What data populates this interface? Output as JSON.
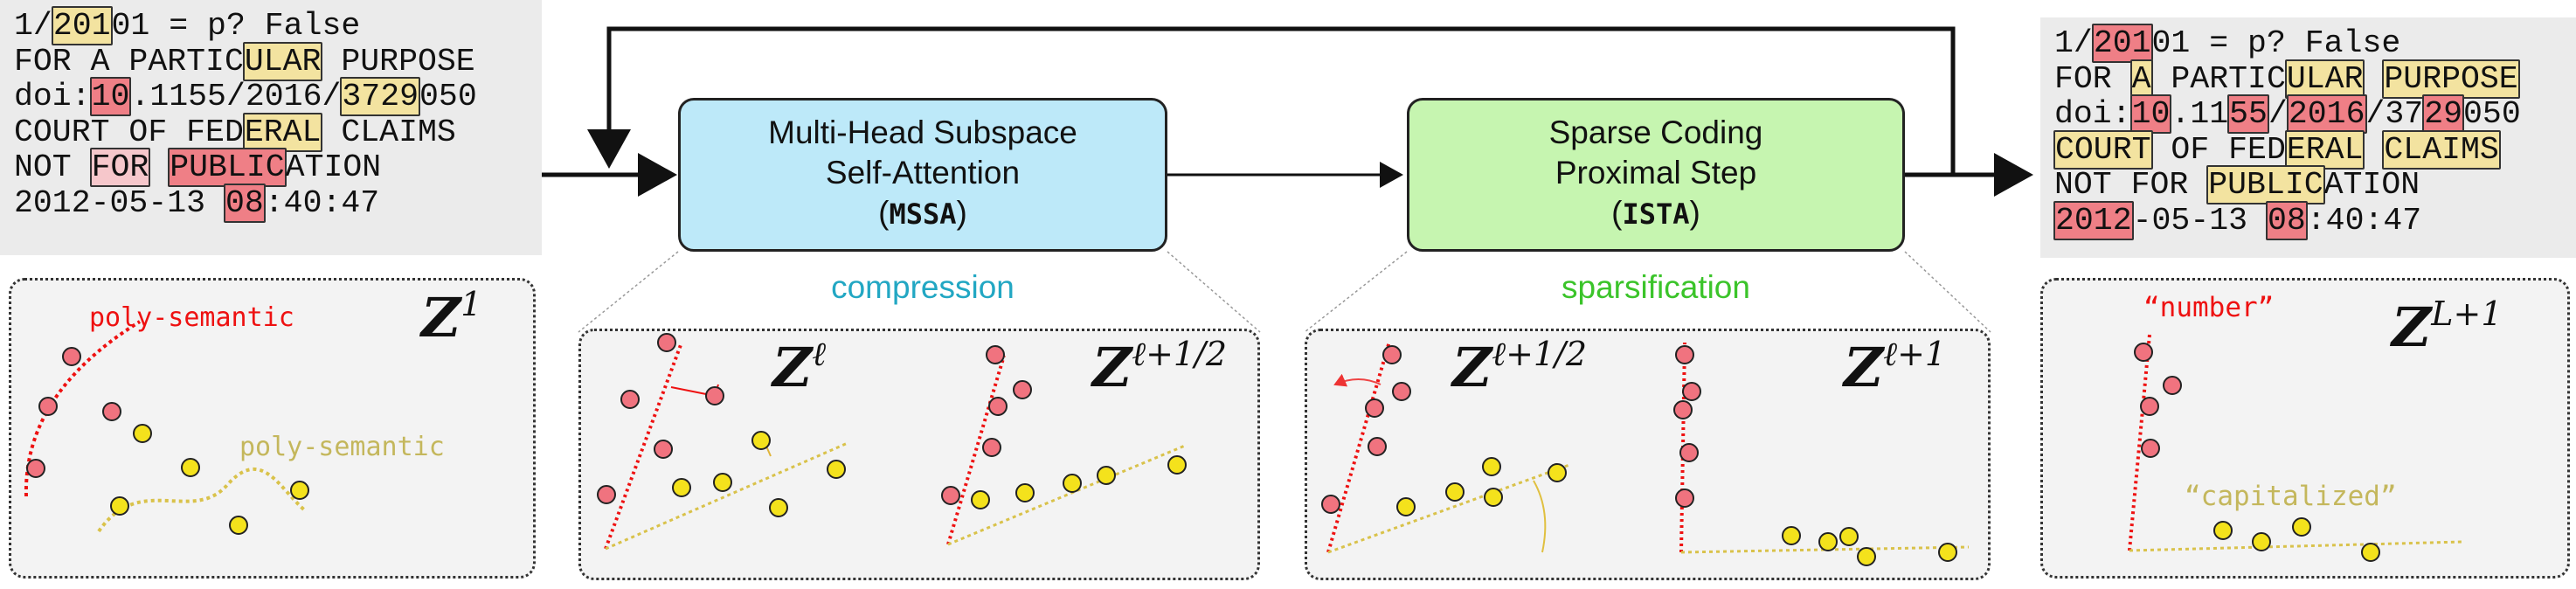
{
  "input_text": {
    "lines": [
      [
        {
          "t": "1/"
        },
        {
          "t": "201",
          "hl": "y"
        },
        {
          "t": "01 = p? False"
        }
      ],
      [
        {
          "t": "FOR A PARTIC"
        },
        {
          "t": "ULAR",
          "hl": "y"
        },
        {
          "t": " PURPOSE"
        }
      ],
      [
        {
          "t": "doi:"
        },
        {
          "t": "10",
          "hl": "r"
        },
        {
          "t": ".1155/2016/"
        },
        {
          "t": "3729",
          "hl": "y"
        },
        {
          "t": "050"
        }
      ],
      [
        {
          "t": "COURT OF FED"
        },
        {
          "t": "ERAL",
          "hl": "y"
        },
        {
          "t": " CLAIMS"
        }
      ],
      [
        {
          "t": "NOT "
        },
        {
          "t": "FOR",
          "hl": "p"
        },
        {
          "t": " "
        },
        {
          "t": "PUBLIC",
          "hl": "r"
        },
        {
          "t": "ATION"
        }
      ],
      [
        {
          "t": "2012-05-13 "
        },
        {
          "t": "08",
          "hl": "r"
        },
        {
          "t": ":40:47"
        }
      ]
    ]
  },
  "output_text": {
    "lines": [
      [
        {
          "t": "1/"
        },
        {
          "t": "201",
          "hl": "r"
        },
        {
          "t": "01 = p? False"
        }
      ],
      [
        {
          "t": "FOR "
        },
        {
          "t": "A",
          "hl": "y"
        },
        {
          "t": " PARTIC"
        },
        {
          "t": "ULAR",
          "hl": "y"
        },
        {
          "t": " "
        },
        {
          "t": "PURPOSE",
          "hl": "y"
        }
      ],
      [
        {
          "t": "doi:"
        },
        {
          "t": "10",
          "hl": "r"
        },
        {
          "t": ".11"
        },
        {
          "t": "55",
          "hl": "r"
        },
        {
          "t": "/"
        },
        {
          "t": "2016",
          "hl": "r"
        },
        {
          "t": "/37"
        },
        {
          "t": "29",
          "hl": "r"
        },
        {
          "t": "050"
        }
      ],
      [
        {
          "t": "COURT",
          "hl": "y"
        },
        {
          "t": " OF FED"
        },
        {
          "t": "ERAL",
          "hl": "y"
        },
        {
          "t": " "
        },
        {
          "t": "CLAIMS",
          "hl": "y"
        }
      ],
      [
        {
          "t": "NOT FOR "
        },
        {
          "t": "PUBLIC",
          "hl": "y"
        },
        {
          "t": "ATION"
        }
      ],
      [
        {
          "t": "2012",
          "hl": "r"
        },
        {
          "t": "-05-13 "
        },
        {
          "t": "08",
          "hl": "r"
        },
        {
          "t": ":40:47"
        }
      ]
    ]
  },
  "mssa_box": {
    "line1": "Multi-Head Subspace",
    "line2": "Self-Attention",
    "abbr": "MSSA"
  },
  "ista_box": {
    "line1": "Sparse Coding",
    "line2": "Proximal Step",
    "abbr": "ISTA"
  },
  "captions": {
    "compression": "compression",
    "sparsification": "sparsification"
  },
  "panels": {
    "z1": {
      "label_base": "Z",
      "label_sup": "1",
      "red_label": "poly-semantic",
      "yellow_label": "poly-semantic"
    },
    "mssa": {
      "left_base": "Z",
      "left_sup": "ℓ",
      "right_base": "Z",
      "right_sup": "ℓ+1/2"
    },
    "ista": {
      "left_base": "Z",
      "left_sup": "ℓ+1/2",
      "right_base": "Z",
      "right_sup": "ℓ+1"
    },
    "zL": {
      "label_base": "Z",
      "label_sup": "L+1",
      "red_label": "“number”",
      "yellow_label": "“capitalized”"
    }
  },
  "colors": {
    "red_point": "#f0737f",
    "yellow_point": "#f4e21c",
    "mssa_fill": "#bde9f9",
    "ista_fill": "#c6f5b0",
    "compression_text": "#22a7c3",
    "sparsification_text": "#3bc42a",
    "poly_red": "#ee1111",
    "poly_yellow": "#c4b75c"
  }
}
